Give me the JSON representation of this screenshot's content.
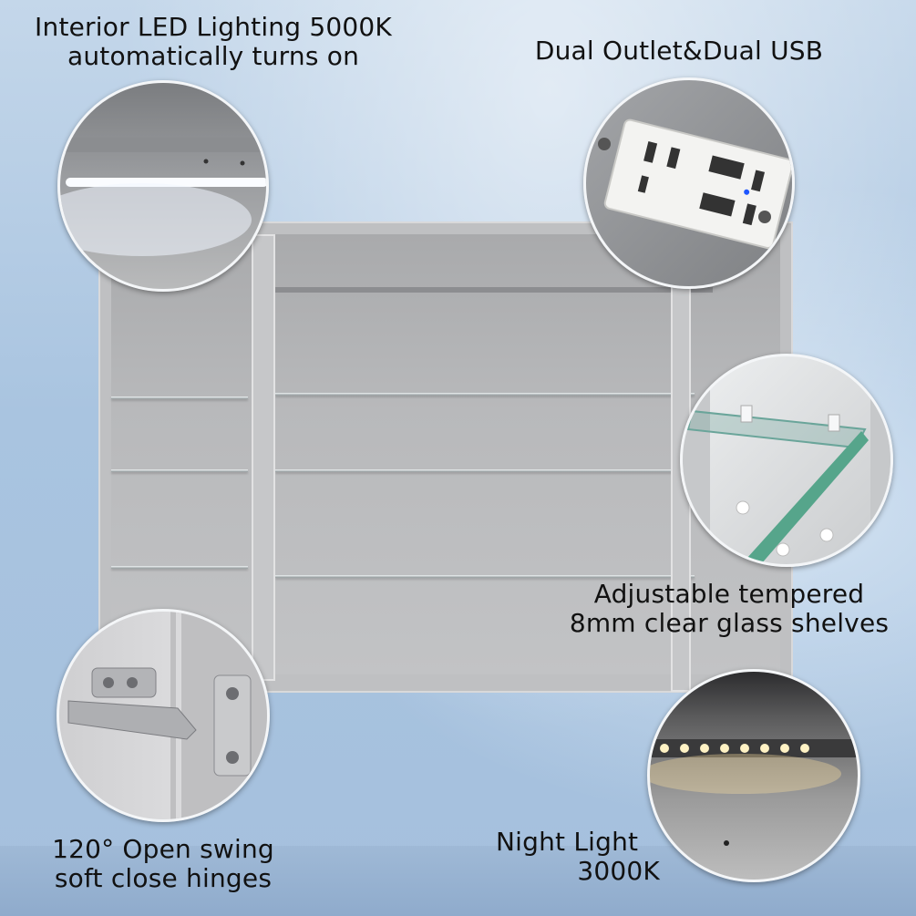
{
  "labels": {
    "led_line1": "Interior LED Lighting 5000K",
    "led_line2": "automatically turns on",
    "outlet": "Dual Outlet&Dual USB",
    "shelves_line1": "Adjustable tempered",
    "shelves_line2": "8mm clear glass shelves",
    "hinge_line1": "120° Open swing",
    "hinge_line2": "soft close hinges",
    "night_line1": "Night Light",
    "night_line2": "3000K"
  },
  "icons": {
    "led": "led-strip-icon",
    "outlet": "outlet-icon",
    "shelf": "glass-shelf-icon",
    "hinge": "hinge-icon",
    "night": "night-light-icon"
  },
  "colors": {
    "background": "#b4cbe3",
    "text": "#111111",
    "cabinet": "#bfc0c2"
  }
}
